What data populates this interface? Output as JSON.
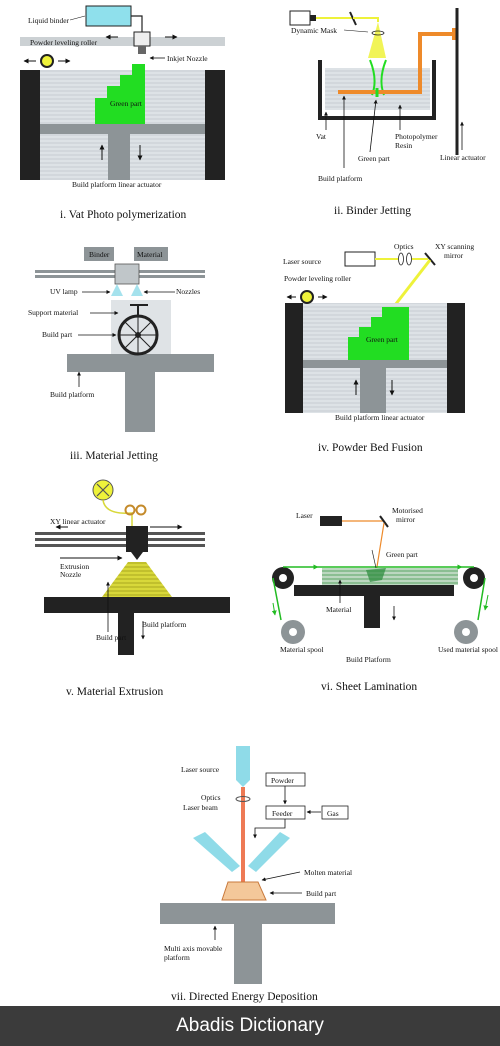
{
  "panels": {
    "p1": {
      "caption": "i.     Vat Photo polymerization",
      "liquid_binder": "Liquid binder",
      "powder_roller": "Powder leveling roller",
      "inkjet_nozzle": "Inkjet Nozzle",
      "green_part": "Green part",
      "build_platform": "Build platform linear actuator"
    },
    "p2": {
      "caption": "ii.     Binder Jetting",
      "dynamic_mask": "Dynamic Mask",
      "vat": "Vat",
      "green_part": "Green part",
      "photopolymer": "Photopolymer",
      "resin": "Resin",
      "linear_actuator": "Linear actuator",
      "build_platform": "Build platform"
    },
    "p3": {
      "caption": "iii.     Material Jetting",
      "binder": "Binder",
      "material": "Material",
      "uv_lamp": "UV lamp",
      "nozzles": "Nozzles",
      "support_material": "Support material",
      "build_part": "Build part",
      "build_platform": "Build platform"
    },
    "p4": {
      "caption": "iv.     Powder Bed Fusion",
      "laser_source": "Laser source",
      "optics": "Optics",
      "xy_scanning": "XY scanning",
      "mirror": "mirror",
      "powder_roller": "Powder leveling roller",
      "green_part": "Green part",
      "build_platform": "Build platform linear actuator"
    },
    "p5": {
      "caption": "v.     Material Extrusion",
      "xy_actuator": "XY linear actuator",
      "extrusion": "Extrusion",
      "nozzle": "Nozzle",
      "build_part": "Build part",
      "build_platform": "Build platform"
    },
    "p6": {
      "caption": "vi.     Sheet Lamination",
      "laser": "Laser",
      "motorised": "Motorised",
      "mirror": "mirror",
      "green_part": "Green part",
      "material": "Material",
      "material_spool": "Material spool",
      "build_platform": "Build Platform",
      "used_material_spool": "Used material spool"
    },
    "p7": {
      "caption": "vii.     Directed Energy Deposition",
      "laser_source": "Laser source",
      "powder": "Powder",
      "optics": "Optics",
      "laser_beam": "Laser beam",
      "feeder": "Feeder",
      "gas": "Gas",
      "molten_material": "Molten material",
      "build_part": "Build part",
      "multi_axis": "Multi axis movable",
      "platform": "platform"
    }
  },
  "footer": {
    "brand": "Abadis Dictionary"
  },
  "colors": {
    "green_part": "#22dd22",
    "powder_bed": "#d9dfe3",
    "dark_wall": "#222222",
    "platform_gray": "#8d9497",
    "laser_yellow": "#eef23a",
    "resin_orange": "#ee8a2a",
    "ded_beam": "#ee7a55",
    "nozzle_cyan": "#8fdbe8",
    "binder_cyan": "#8fe0ec",
    "extrusion_yellow": "#d8d83a",
    "footer_bg": "#3b3b3b"
  }
}
